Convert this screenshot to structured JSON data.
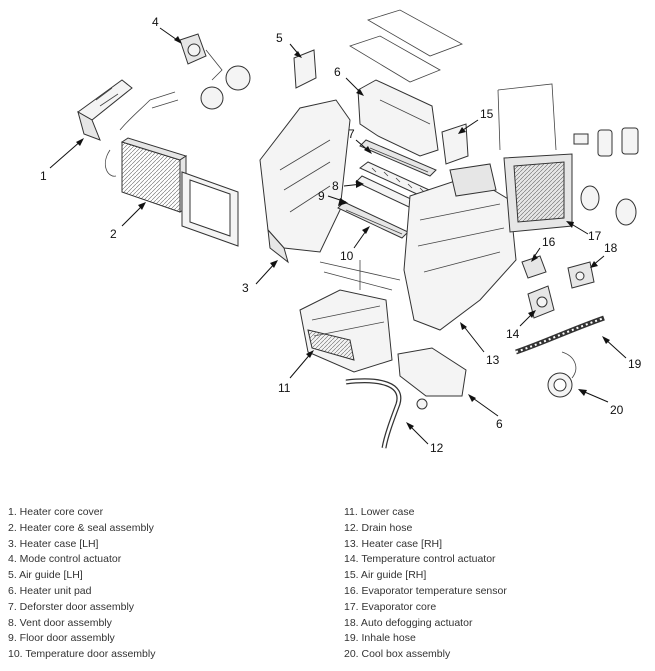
{
  "callouts": [
    "1",
    "2",
    "3",
    "4",
    "5",
    "6",
    "7",
    "8",
    "9",
    "10",
    "11",
    "12",
    "13",
    "14",
    "15",
    "16",
    "17",
    "18",
    "19",
    "20",
    "6"
  ],
  "legend": {
    "left": [
      "1. Heater core cover",
      "2. Heater core & seal assembly",
      "3. Heater case [LH]",
      "4. Mode control actuator",
      "5. Air guide [LH]",
      "6. Heater unit pad",
      "7. Deforster door assembly",
      "8. Vent door assembly",
      "9. Floor door assembly",
      "10. Temperature door assembly"
    ],
    "right": [
      "11. Lower case",
      "12. Drain hose",
      "13. Heater case [RH]",
      "14. Temperature control actuator",
      "15. Air guide [RH]",
      "16. Evaporator temperature sensor",
      "17. Evaporator core",
      "18. Auto defogging actuator",
      "19. Inhale hose",
      "20. Cool box assembly"
    ]
  }
}
